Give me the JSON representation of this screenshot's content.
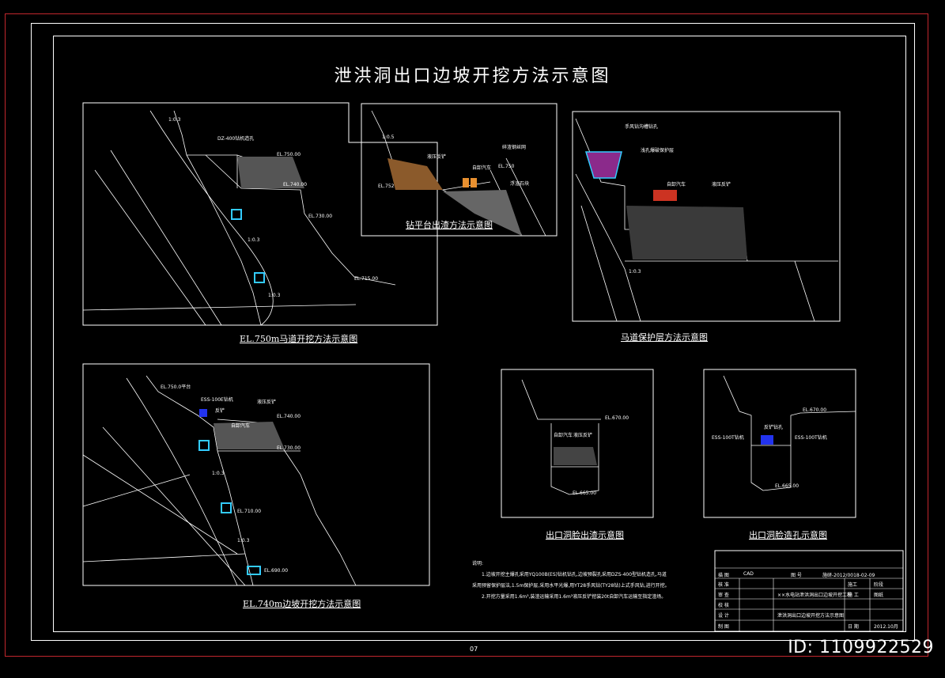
{
  "title": "泄洪洞出口边坡开挖方法示意图",
  "panels": {
    "p1": {
      "caption": "EL.750m马道开挖方法示意图",
      "labels": [
        "1:0.3",
        "EL.750.00",
        "EL.740.00",
        "EL.730.00",
        "EL.715.00",
        "1:0.3",
        "1:0.3",
        "DZ-400钻机造孔"
      ]
    },
    "p2": {
      "caption": "钻平台出渣方法示意图",
      "labels": [
        "1:0.5",
        "液压反铲",
        "自卸汽车",
        "EL.752",
        "碎渣钢丝网",
        "EL.750",
        "浮渣石块"
      ]
    },
    "p3": {
      "caption": "马道保护层方法示意图",
      "labels": [
        "手风钻沟槽钻孔",
        "浅孔爆破保护层",
        "自卸汽车",
        "液压反铲",
        "1:0.3"
      ]
    },
    "p4": {
      "caption": "EL.740m边坡开挖方法示意图",
      "labels": [
        "EL.750.0平台",
        "ESS-100E钻机",
        "反铲",
        "液压反铲",
        "自卸汽车",
        "EL.740.00",
        "EL.730.00",
        "EL.710.00",
        "EL.690.00",
        "1:0.3",
        "1:0.3"
      ]
    },
    "p5": {
      "caption": "出口洞脸出渣示意图",
      "labels": [
        "EL.670.00",
        "自卸汽车",
        "液压反铲",
        "EL.665.00"
      ]
    },
    "p6": {
      "caption": "出口洞脸造孔示意图",
      "labels": [
        "EL.670.00",
        "ESS-100T钻机",
        "反铲钻孔",
        "ESS-100T钻机",
        "EL.665.00"
      ]
    }
  },
  "notes": {
    "heading": "说明:",
    "line1": "1.边坡开挖主爆孔采用YQ100B(ES)钻机钻孔,边坡预裂孔采用DZS-400型钻机造孔,马道",
    "line2": "采用预留保护层法,1.5m保护层,采用水平光爆,用YT28手风钻(TY28钻)上式手风钻,进行开挖。",
    "line3": "2.开挖方量采用1.6m³,装渣运输采用1.6m³液压反铲挖装20t自卸汽车运输至指定渣场。"
  },
  "title_block": {
    "rows": [
      [
        "核 准",
        "",
        "施工",
        "阶段"
      ],
      [
        "审 查",
        "",
        "施  工",
        "图纸"
      ],
      [
        "校 核",
        "",
        "",
        ""
      ],
      [
        "设 计",
        "",
        "",
        ""
      ],
      [
        "制 图",
        "",
        "日 期",
        "2012.10月"
      ],
      [
        "描 图",
        "CAD",
        "图 号",
        "施研-2012/0018-02-09"
      ]
    ],
    "project": "××水电站泄洪洞出口边坡开挖工程",
    "drawing_title": "泄洪洞出口边坡开挖方法示意图"
  },
  "page_number": "07",
  "watermark_id": "ID: 1109922529",
  "colors": {
    "background": "#000000",
    "lines": "#ffffff",
    "border_red": "#c1272d",
    "hole_marker": "#33ccff",
    "rock_fill": "#8b5a2b",
    "magenta_fill": "#8b2a8b",
    "equipment_blue": "#2233ee"
  }
}
